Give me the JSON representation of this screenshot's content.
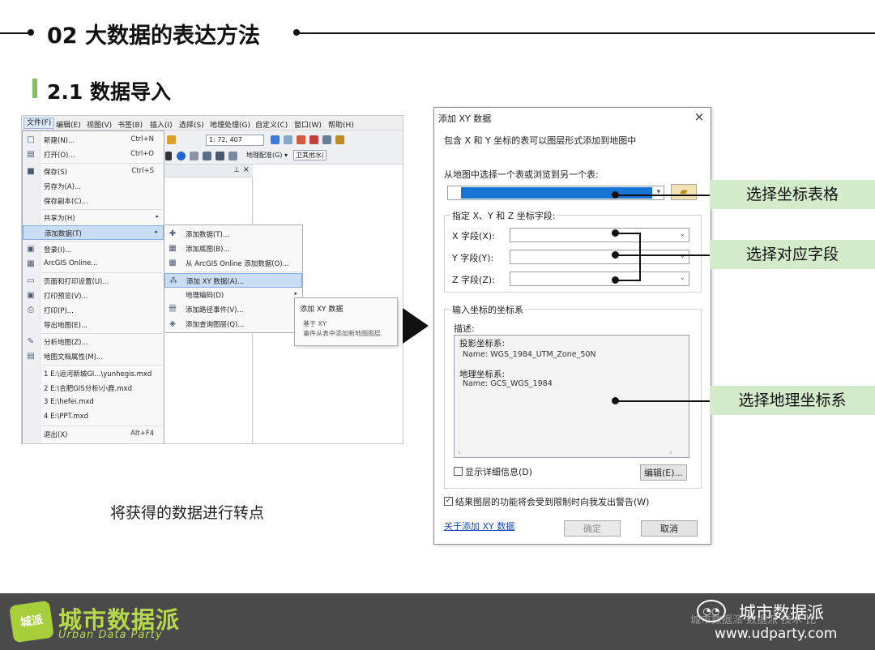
{
  "slide": {
    "section_title": "02 大数据的表达方法",
    "subsection_title": "2.1 数据导入",
    "caption": "将获得的数据进行转点"
  },
  "arcmap": {
    "menubar": [
      "文件(F)",
      "编辑(E)",
      "视图(V)",
      "书签(B)",
      "插入(I)",
      "选择(S)",
      "地理处理(G)",
      "自定义(C)",
      "窗口(W)",
      "帮助(H)"
    ],
    "scale_value": "1: 72, 407",
    "georef_label": "地理配准(G) ▾",
    "toolbar_right": "卫其他水(",
    "file_menu": [
      {
        "icon": "new-doc-icon",
        "glyph": "□",
        "label": "新建(N)...",
        "shortcut": "Ctrl+N"
      },
      {
        "icon": "open-folder-icon",
        "glyph": "▤",
        "label": "打开(O)...",
        "shortcut": "Ctrl+O"
      },
      {
        "icon": "save-icon",
        "glyph": "■",
        "label": "保存(S)",
        "shortcut": "Ctrl+S"
      },
      {
        "icon": "",
        "glyph": "",
        "label": "另存为(A)...",
        "shortcut": ""
      },
      {
        "icon": "",
        "glyph": "",
        "label": "保存副本(C)...",
        "shortcut": ""
      },
      {
        "icon": "",
        "glyph": "",
        "label": "共享为(H)",
        "shortcut": "",
        "arrow": "▸"
      },
      {
        "icon": "add-data-icon",
        "glyph": "",
        "label": "添加数据(T)",
        "shortcut": "",
        "arrow": "▸",
        "highlight": true
      },
      {
        "icon": "login-icon",
        "glyph": "▣",
        "label": "登录(I)...",
        "shortcut": ""
      },
      {
        "icon": "arcgis-online-icon",
        "glyph": "▦",
        "label": "ArcGIS Online...",
        "shortcut": ""
      },
      {
        "icon": "page-setup-icon",
        "glyph": "▭",
        "label": "页面和打印设置(U)...",
        "shortcut": ""
      },
      {
        "icon": "print-preview-icon",
        "glyph": "▣",
        "label": "打印预览(V)...",
        "shortcut": ""
      },
      {
        "icon": "print-icon",
        "glyph": "⎙",
        "label": "打印(P)...",
        "shortcut": ""
      },
      {
        "icon": "",
        "glyph": "",
        "label": "导出地图(E)...",
        "shortcut": ""
      },
      {
        "icon": "analyze-map-icon",
        "glyph": "✎",
        "label": "分析地图(Z)...",
        "shortcut": ""
      },
      {
        "icon": "map-doc-properties-icon",
        "glyph": "▤",
        "label": "地图文档属性(M)...",
        "shortcut": ""
      },
      {
        "icon": "",
        "glyph": "",
        "label": "1 E:\\运河新城GI...\\yunhegis.mxd",
        "shortcut": ""
      },
      {
        "icon": "",
        "glyph": "",
        "label": "2 E:\\合肥GIS分析\\小鹿.mxd",
        "shortcut": ""
      },
      {
        "icon": "",
        "glyph": "",
        "label": "3 E:\\hefei.mxd",
        "shortcut": ""
      },
      {
        "icon": "",
        "glyph": "",
        "label": "4 E:\\PPT.mxd",
        "shortcut": ""
      },
      {
        "icon": "",
        "glyph": "",
        "label": "退出(X)",
        "shortcut": "Alt+F4"
      }
    ],
    "add_data_submenu": [
      {
        "icon": "add-data-icon",
        "glyph": "✚",
        "label": "添加数据(T)..."
      },
      {
        "icon": "add-basemap-icon",
        "glyph": "▦",
        "label": "添加底图(B)..."
      },
      {
        "icon": "arcgis-online-data-icon",
        "glyph": "▦",
        "label": "从 ArcGIS Online 添加数据(O)..."
      },
      {
        "icon": "add-xy-data-icon",
        "glyph": "⁂",
        "label": "添加 XY 数据(A)...",
        "highlight": true
      },
      {
        "icon": "",
        "glyph": "",
        "label": "地理编码(D)",
        "arrow": "▸"
      },
      {
        "icon": "route-events-icon",
        "glyph": "卌",
        "label": "添加路径事件(V)..."
      },
      {
        "icon": "query-layer-icon",
        "glyph": "◈",
        "label": "添加查询图层(Q)..."
      }
    ],
    "tooltip": {
      "title": "添加 XY 数据",
      "line1": "基于 XY",
      "line2": "事件从表中添加新地图图层."
    }
  },
  "dialog": {
    "title": "添加 XY 数据",
    "intro": "包含 X 和 Y 坐标的表可以图层形式添加到地图中",
    "choose_table_label": "从地图中选择一个表或浏览到另一个表:",
    "field_group_label": "指定 X、Y 和 Z 坐标字段:",
    "x_label": "X 字段(X):",
    "y_label": "Y 字段(Y):",
    "z_label": "Z 字段(Z):",
    "crs_group_label": "输入坐标的坐标系",
    "desc_label": "描述:",
    "projected_label": "投影坐标系:",
    "projected_name": "Name: WGS_1984_UTM_Zone_50N",
    "geographic_label": "地理坐标系:",
    "geographic_name": "Name: GCS_WGS_1984",
    "show_details": "显示详细信息(D)",
    "edit_button": "编辑(E)...",
    "warn_checkbox": "结果图层的功能将会受到限制时向我发出警告(W)",
    "help_link": "关于添加 XY 数据",
    "ok_button": "确定",
    "cancel_button": "取消",
    "selected_color": "#1874d2"
  },
  "callouts": {
    "select_table": "选择坐标表格",
    "select_fields": "选择对应字段",
    "select_crs": "选择地理坐标系"
  },
  "footer": {
    "logo_badge": "城派",
    "logo_cn": "城市数据派",
    "logo_en": "Urban Data Party",
    "watermark_cn": "城市数据派",
    "watermark_url": "www.udparty.com",
    "watermark_ghost": "城市数据派 数据派 技术 比",
    "accent": "#b5d94a"
  }
}
